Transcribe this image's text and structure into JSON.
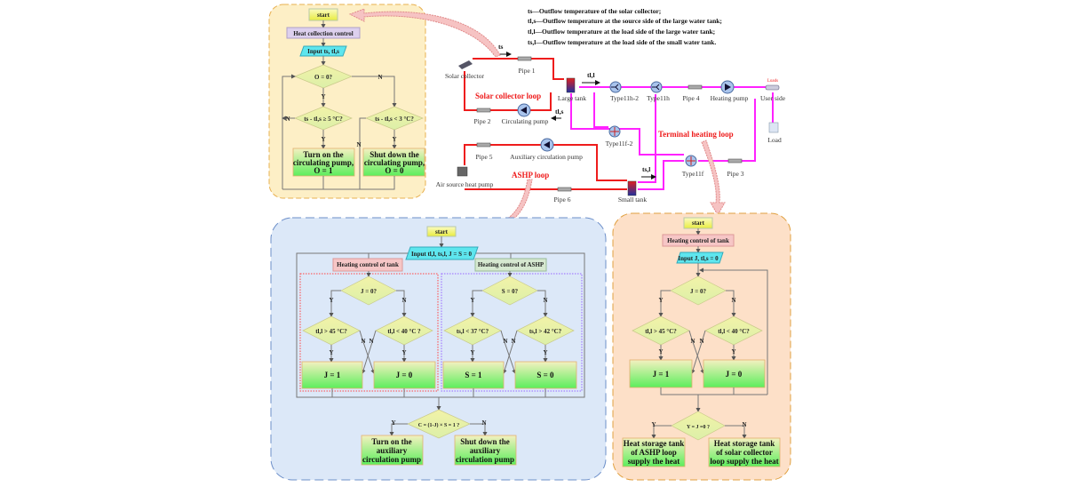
{
  "legend": [
    {
      "symbol": "ts",
      "text": "—Outflow temperature of the solar collector;"
    },
    {
      "symbol": "tl,s",
      "text": "—Outflow temperature at the source side of the large water tank;"
    },
    {
      "symbol": "tl,l",
      "text": "—Outflow temperature at the load side of the large water tank;"
    },
    {
      "symbol": "ts,l",
      "text": "—Outflow temperature at the load side of the small water tank."
    }
  ],
  "system": {
    "components": {
      "solar_collector": "Solar collector",
      "pipe1": "Pipe 1",
      "pipe2": "Pipe 2",
      "circulating_pump": "Circulating pump",
      "large_tank": "Large tank",
      "type11h2": "Type11h-2",
      "type11h": "Type11h",
      "pipe4": "Pipe 4",
      "heating_pump": "Heating pump",
      "user_side": "User side",
      "loads": "Loads",
      "load": "Load",
      "type11f2": "Type11f-2",
      "type11f": "Type11f",
      "pipe3": "Pipe 3",
      "pipe5": "Pipe 5",
      "aux_pump": "Auxiliary circulation pump",
      "ashp": "Air source heat pump",
      "pipe6": "Pipe 6",
      "small_tank": "Small tank"
    },
    "flow_labels": {
      "ts": "ts",
      "tls": "tl,s",
      "tll": "tl,l",
      "tsl": "ts,l"
    },
    "loops": {
      "solar": "Solar collector loop",
      "terminal": "Terminal heating loop",
      "ashp": "ASHP loop"
    },
    "colors": {
      "source_loop": "#ee1c1c",
      "load_loop": "#ff22ff"
    }
  },
  "flow1": {
    "start": "start",
    "control": "Heat collection control",
    "input": "Input ts, tl,s",
    "d1": "O = 0?",
    "d2": "ts - tl,s ≥ 5 °C?",
    "d3": "ts - tl,s < 3 °C?",
    "on": [
      "Turn on the",
      "circulating pump,",
      "O = 1"
    ],
    "off": [
      "Shut down the",
      "circulating pump,",
      "O = 0"
    ],
    "y": "Y",
    "n": "N"
  },
  "flow2": {
    "start": "start",
    "input": "Input tl,l, ts,l, J = S = 0",
    "tank_ctrl": "Heating control of tank",
    "ashp_ctrl": "Heating control of ASHP",
    "dj": "J = 0?",
    "ds": "S = 0?",
    "c1": "tl,l  >  45 °C?",
    "c2": "tl,l  <  40 °C ?",
    "c3": "ts,l  <  37 °C?",
    "c4": "ts,l  >  42 °C?",
    "j1": "J = 1",
    "j0": "J = 0",
    "s1": "S = 1",
    "s0": "S = 0",
    "dc": "C = (1-J) × S = 1 ?",
    "on": [
      "Turn on the",
      "auxiliary",
      "circulation pump"
    ],
    "off": [
      "Shut down the",
      "auxiliary",
      "circulation pump"
    ],
    "y": "Y",
    "n": "N"
  },
  "flow3": {
    "start": "start",
    "control": "Heating control of tank",
    "input": "Input J, tl,s = 0",
    "dj": "J = 0?",
    "c1": "tl,l  >  45 °C?",
    "c2": "tl,l  <  40 °C?",
    "j1": "J = 1",
    "j0": "J = 0",
    "dy": "Y = J =0 ?",
    "yes": [
      "Heat storage tank",
      "of ASHP loop",
      "supply the heat"
    ],
    "no": [
      "Heat storage tank",
      "of solar collector",
      "loop supply the heat"
    ],
    "y": "Y",
    "n": "N"
  }
}
